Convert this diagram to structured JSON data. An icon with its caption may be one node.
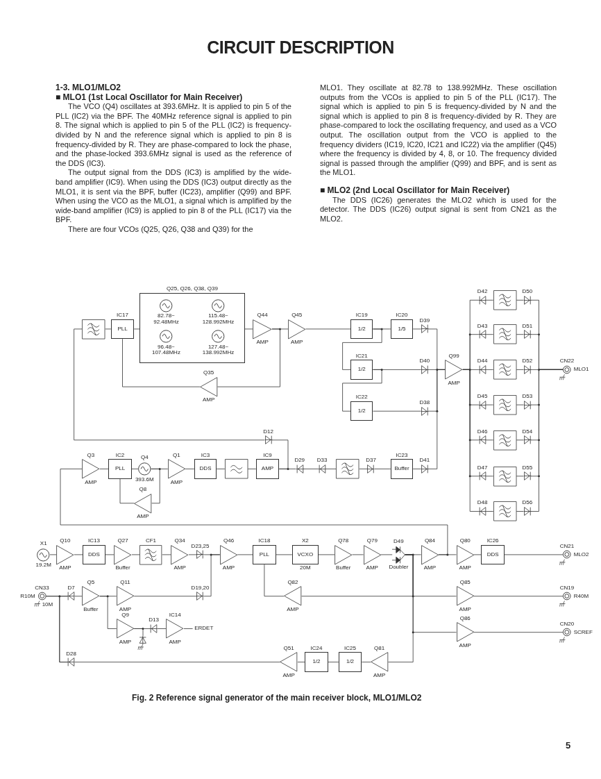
{
  "diagram": {
    "title": "CIRCUIT DESCRIPTION",
    "caption": "Fig. 2 Reference signal generator of the main receiver block, MLO1/MLO2",
    "nodes": [
      {
        "text": [],
        "shape": "box"
      },
      {
        "text": [
          "IC17",
          "PLL"
        ]
      },
      {
        "text": [
          "Q25, Q26, Q38, Q39"
        ]
      },
      {
        "text": [],
        "shape": "circle",
        "in": 2,
        "beside": [
          "82.78~ 92.48MHz"
        ]
      },
      {
        "text": [],
        "shape": "circle",
        "in": 2,
        "beside": [
          "115.48~ 128.992MHz"
        ]
      },
      {
        "text": [],
        "shape": "circle",
        "in": 2,
        "beside": [
          "96.48~ 107.48MHz"
        ]
      },
      {
        "text": [],
        "shape": "circle",
        "in": 2,
        "beside": [
          "127.48~ 138.992MHz"
        ]
      },
      {
        "text": [],
        "shape": "triangle",
        "beside": [
          "Q44",
          "AMP"
        ]
      },
      {
        "text": [],
        "shape": "triangle",
        "beside": [
          "Q45",
          "AMP"
        ]
      },
      {
        "text": [],
        "shape": "triangle",
        "beside": [
          "Q35",
          "AMP"
        ]
      },
      {
        "text": [
          "IC19",
          "1/2"
        ]
      },
      {
        "text": [
          "IC20",
          "1/5"
        ]
      },
      {
        "text": [
          "IC21",
          "1/2"
        ]
      },
      {
        "text": [
          "IC22",
          "1/2"
        ]
      },
      {
        "text": [],
        "shape": "diode",
        "beside": [
          "D39"
        ]
      },
      {
        "text": [],
        "shape": "diode",
        "beside": [
          "D40"
        ]
      },
      {
        "text": [],
        "shape": "diode",
        "beside": [
          "D38"
        ]
      },
      {
        "text": [],
        "shape": "triangle",
        "beside": [
          "Q99",
          "AMP"
        ]
      },
      {
        "text": [],
        "shape": "diode",
        "beside": [
          "D42"
        ]
      },
      {
        "text": [],
        "shape": "box"
      },
      {
        "text": [],
        "shape": "diode",
        "beside": [
          "D50"
        ]
      },
      {
        "text": [],
        "shape": "diode",
        "beside": [
          "D43"
        ]
      },
      {
        "text": [],
        "shape": "box"
      },
      {
        "text": [],
        "shape": "diode",
        "beside": [
          "D51"
        ]
      },
      {
        "text": [],
        "shape": "diode",
        "beside": [
          "D44"
        ]
      },
      {
        "text": [],
        "shape": "box"
      },
      {
        "text": [],
        "shape": "diode",
        "beside": [
          "D52"
        ]
      },
      {
        "text": [],
        "shape": "diode",
        "beside": [
          "D45"
        ]
      },
      {
        "text": [],
        "shape": "box"
      },
      {
        "text": [],
        "shape": "diode",
        "beside": [
          "D53"
        ]
      },
      {
        "text": [],
        "shape": "diode",
        "beside": [
          "D46"
        ]
      },
      {
        "text": [],
        "shape": "box"
      },
      {
        "text": [],
        "shape": "diode",
        "beside": [
          "D54"
        ]
      },
      {
        "text": [],
        "shape": "diode",
        "beside": [
          "D47"
        ]
      },
      {
        "text": [],
        "shape": "box"
      },
      {
        "text": [],
        "shape": "diode",
        "beside": [
          "D55"
        ]
      },
      {
        "text": [],
        "shape": "diode",
        "beside": [
          "D48"
        ]
      },
      {
        "text": [],
        "shape": "box"
      },
      {
        "text": [],
        "shape": "diode",
        "beside": [
          "D56"
        ]
      },
      {
        "text": [],
        "shape": "circle",
        "beside": [
          "CN22",
          "MLO1"
        ]
      },
      {
        "text": [],
        "shape": "diode",
        "beside": [
          "D12"
        ]
      },
      {
        "text": [],
        "shape": "triangle",
        "beside": [
          "Q3",
          "AMP"
        ]
      },
      {
        "text": [
          "IC2",
          "PLL"
        ]
      },
      {
        "text": [],
        "shape": "circle",
        "beside": [
          "Q4",
          "393.6M"
        ]
      },
      {
        "text": [],
        "shape": "triangle",
        "beside": [
          "Q8",
          "AMP"
        ]
      },
      {
        "text": [],
        "shape": "triangle",
        "beside": [
          "Q1",
          "AMP"
        ]
      },
      {
        "text": [
          "IC3",
          "DDS"
        ]
      },
      {
        "text": [],
        "shape": "box"
      },
      {
        "text": [
          "IC9",
          "AMP"
        ]
      },
      {
        "text": [],
        "shape": "diode",
        "beside": [
          "D29"
        ]
      },
      {
        "text": [],
        "shape": "diode",
        "beside": [
          "D33"
        ]
      },
      {
        "text": [],
        "shape": "box"
      },
      {
        "text": [],
        "shape": "diode",
        "beside": [
          "D37"
        ]
      },
      {
        "text": [
          "IC23",
          "Buffer"
        ]
      },
      {
        "text": [],
        "shape": "diode",
        "beside": [
          "D41"
        ]
      },
      {
        "text": [],
        "shape": "circle",
        "beside": [
          "X1",
          "19.2M"
        ]
      },
      {
        "text": [],
        "shape": "triangle",
        "beside": [
          "Q10",
          "AMP"
        ]
      },
      {
        "text": [
          "IC13",
          "DDS"
        ]
      },
      {
        "text": [],
        "shape": "triangle",
        "beside": [
          "Q27",
          "Buffer"
        ]
      },
      {
        "text": [],
        "shape": "box",
        "beside": [
          "CF1"
        ]
      },
      {
        "text": [],
        "shape": "triangle",
        "beside": [
          "Q34",
          "AMP"
        ]
      },
      {
        "text": [],
        "shape": "diode",
        "beside": [
          "D23,25"
        ]
      },
      {
        "text": [],
        "shape": "triangle",
        "beside": [
          "Q46",
          "AMP"
        ]
      },
      {
        "text": [
          "IC18",
          "PLL"
        ]
      },
      {
        "text": [
          "X2",
          "VCXO"
        ],
        "beside": [
          "20M"
        ]
      },
      {
        "text": [],
        "shape": "triangle",
        "beside": [
          "Q78",
          "Buffer"
        ]
      },
      {
        "text": [],
        "shape": "triangle",
        "beside": [
          "Q79",
          "AMP"
        ]
      },
      {
        "text": [],
        "shape": "diode",
        "beside": [
          "D49",
          "Doubler"
        ]
      },
      {
        "text": [],
        "shape": "triangle",
        "beside": [
          "Q84",
          "AMP"
        ]
      },
      {
        "text": [],
        "shape": "triangle",
        "beside": [
          "Q80",
          "AMP"
        ]
      },
      {
        "text": [
          "IC26",
          "DDS"
        ]
      },
      {
        "text": [],
        "shape": "circle",
        "beside": [
          "CN21",
          "MLO2"
        ]
      },
      {
        "text": [],
        "shape": "circle",
        "beside": [
          "CN33",
          "R10M",
          "10M"
        ]
      },
      {
        "text": [],
        "shape": "diode",
        "beside": [
          "D7"
        ]
      },
      {
        "text": [],
        "shape": "triangle",
        "beside": [
          "Q5",
          "Buffer"
        ]
      },
      {
        "text": [],
        "shape": "triangle",
        "beside": [
          "Q11",
          "AMP"
        ]
      },
      {
        "text": [],
        "shape": "diode",
        "beside": [
          "D19,20"
        ]
      },
      {
        "text": [],
        "shape": "triangle",
        "beside": [
          "Q9",
          "AMP"
        ]
      },
      {
        "text": [],
        "shape": "diode"
      },
      {
        "text": [],
        "shape": "diode",
        "beside": [
          "D13"
        ]
      },
      {
        "text": [],
        "shape": "triangle",
        "beside": [
          "IC14",
          "AMP"
        ]
      },
      {
        "text": [
          "ERDET"
        ]
      },
      {
        "text": [],
        "shape": "triangle",
        "beside": [
          "Q82",
          "AMP"
        ]
      },
      {
        "text": [],
        "shape": "triangle",
        "beside": [
          "Q85",
          "AMP"
        ]
      },
      {
        "text": [],
        "shape": "circle",
        "beside": [
          "CN19",
          "R40M"
        ]
      },
      {
        "text": [],
        "shape": "triangle",
        "beside": [
          "Q86",
          "AMP"
        ]
      },
      {
        "text": [],
        "shape": "circle",
        "beside": [
          "CN20",
          "SCREF"
        ]
      },
      {
        "text": [],
        "shape": "diode",
        "beside": [
          "D28"
        ]
      },
      {
        "text": [],
        "shape": "triangle",
        "beside": [
          "Q51",
          "AMP"
        ]
      },
      {
        "text": [
          "IC24",
          "1/2"
        ]
      },
      {
        "text": [
          "IC25",
          "1/2"
        ]
      },
      {
        "text": [],
        "shape": "triangle",
        "beside": [
          "Q81",
          "AMP"
        ]
      }
    ],
    "edges": [
      {
        "from": 0,
        "to": 1,
        "arrow": "none"
      },
      {
        "from": 1,
        "to": 2,
        "arrow": "none"
      },
      {
        "from": 2,
        "to": 7,
        "arrow": "none"
      },
      {
        "from": 7,
        "to": 8,
        "arrow": "none"
      },
      {
        "from": 7,
        "to": 9,
        "arrow": "none"
      },
      {
        "from": 9,
        "to": 1,
        "arrow": "none"
      },
      {
        "from": 8,
        "to": 10,
        "arrow": "none"
      },
      {
        "from": 10,
        "to": 11,
        "arrow": "none"
      },
      {
        "from": 10,
        "to": 12,
        "arrow": "none"
      },
      {
        "from": 12,
        "to": 13,
        "arrow": "none"
      },
      {
        "from": 11,
        "to": 14,
        "arrow": "none"
      },
      {
        "from": 12,
        "to": 15,
        "arrow": "none"
      },
      {
        "from": 13,
        "to": 16,
        "arrow": "none"
      },
      {
        "from": 14,
        "to": 17,
        "arrow": "none"
      },
      {
        "from": 15,
        "to": 17,
        "arrow": "none"
      },
      {
        "from": 16,
        "to": 17,
        "arrow": "none"
      },
      {
        "from": 54,
        "to": 17,
        "arrow": "none"
      },
      {
        "from": 17,
        "to": 18,
        "arrow": "none"
      },
      {
        "from": 17,
        "to": 21,
        "arrow": "none"
      },
      {
        "from": 17,
        "to": 24,
        "arrow": "none"
      },
      {
        "from": 17,
        "to": 27,
        "arrow": "none"
      },
      {
        "from": 17,
        "to": 30,
        "arrow": "none"
      },
      {
        "from": 17,
        "to": 33,
        "arrow": "none"
      },
      {
        "from": 17,
        "to": 36,
        "arrow": "none"
      },
      {
        "from": 18,
        "to": 19,
        "arrow": "none"
      },
      {
        "from": 19,
        "to": 20,
        "arrow": "none"
      },
      {
        "from": 21,
        "to": 22,
        "arrow": "none"
      },
      {
        "from": 22,
        "to": 23,
        "arrow": "none"
      },
      {
        "from": 24,
        "to": 25,
        "arrow": "none"
      },
      {
        "from": 25,
        "to": 26,
        "arrow": "none"
      },
      {
        "from": 27,
        "to": 28,
        "arrow": "none"
      },
      {
        "from": 28,
        "to": 29,
        "arrow": "none"
      },
      {
        "from": 30,
        "to": 31,
        "arrow": "none"
      },
      {
        "from": 31,
        "to": 32,
        "arrow": "none"
      },
      {
        "from": 33,
        "to": 34,
        "arrow": "none"
      },
      {
        "from": 34,
        "to": 35,
        "arrow": "none"
      },
      {
        "from": 36,
        "to": 37,
        "arrow": "none"
      },
      {
        "from": 37,
        "to": 38,
        "arrow": "none"
      },
      {
        "from": 20,
        "to": 39,
        "arrow": "none"
      },
      {
        "from": 23,
        "to": 39,
        "arrow": "none"
      },
      {
        "from": 26,
        "to": 39,
        "arrow": "none"
      },
      {
        "from": 29,
        "to": 39,
        "arrow": "none"
      },
      {
        "from": 32,
        "to": 39,
        "arrow": "none"
      },
      {
        "from": 35,
        "to": 39,
        "arrow": "none"
      },
      {
        "from": 38,
        "to": 39,
        "arrow": "none"
      },
      {
        "from": 40,
        "to": 0,
        "arrow": "none"
      },
      {
        "from": 48,
        "to": 40,
        "arrow": "none"
      },
      {
        "from": 41,
        "to": 42,
        "arrow": "none"
      },
      {
        "from": 42,
        "to": 43,
        "arrow": "none"
      },
      {
        "from": 43,
        "to": 45,
        "arrow": "none"
      },
      {
        "from": 43,
        "to": 44,
        "arrow": "none"
      },
      {
        "from": 44,
        "to": 42,
        "arrow": "none"
      },
      {
        "from": 45,
        "to": 46,
        "arrow": "none"
      },
      {
        "from": 46,
        "to": 47,
        "arrow": "none"
      },
      {
        "from": 47,
        "to": 48,
        "arrow": "none"
      },
      {
        "from": 48,
        "to": 49,
        "arrow": "none"
      },
      {
        "from": 49,
        "to": 50,
        "arrow": "none"
      },
      {
        "from": 50,
        "to": 51,
        "arrow": "none"
      },
      {
        "from": 51,
        "to": 52,
        "arrow": "none"
      },
      {
        "from": 52,
        "to": 53,
        "arrow": "none"
      },
      {
        "from": 53,
        "to": 54,
        "arrow": "none"
      },
      {
        "from": 68,
        "to": 41,
        "arrow": "none"
      },
      {
        "from": 55,
        "to": 56,
        "arrow": "none"
      },
      {
        "from": 56,
        "to": 57,
        "arrow": "none"
      },
      {
        "from": 57,
        "to": 58,
        "arrow": "none"
      },
      {
        "from": 58,
        "to": 59,
        "arrow": "none"
      },
      {
        "from": 59,
        "to": 60,
        "arrow": "none"
      },
      {
        "from": 60,
        "to": 61,
        "arrow": "none"
      },
      {
        "from": 61,
        "to": 62,
        "arrow": "none"
      },
      {
        "from": 76,
        "to": 62,
        "arrow": "none"
      },
      {
        "from": 62,
        "to": 63,
        "arrow": "none"
      },
      {
        "from": 63,
        "to": 64,
        "arrow": "none"
      },
      {
        "from": 64,
        "to": 65,
        "arrow": "none"
      },
      {
        "from": 65,
        "to": 66,
        "arrow": "none"
      },
      {
        "from": 66,
        "to": 67,
        "arrow": "none"
      },
      {
        "from": 67,
        "to": 68,
        "arrow": "none"
      },
      {
        "from": 68,
        "to": 69,
        "arrow": "none"
      },
      {
        "from": 69,
        "to": 70,
        "arrow": "none"
      },
      {
        "from": 70,
        "to": 71,
        "arrow": "none"
      },
      {
        "from": 67,
        "to": 82,
        "arrow": "none"
      },
      {
        "from": 67,
        "to": 83,
        "arrow": "none"
      },
      {
        "from": 67,
        "to": 85,
        "arrow": "none"
      },
      {
        "from": 67,
        "to": 91,
        "arrow": "none"
      },
      {
        "from": 82,
        "to": 63,
        "arrow": "none"
      },
      {
        "from": 83,
        "to": 84,
        "arrow": "none"
      },
      {
        "from": 85,
        "to": 86,
        "arrow": "none"
      },
      {
        "from": 91,
        "to": 90,
        "arrow": "none"
      },
      {
        "from": 90,
        "to": 89,
        "arrow": "none"
      },
      {
        "from": 89,
        "to": 88,
        "arrow": "none"
      },
      {
        "from": 88,
        "to": 87,
        "arrow": "none"
      },
      {
        "from": 72,
        "to": 73,
        "arrow": "none"
      },
      {
        "from": 87,
        "to": 73,
        "arrow": "none"
      },
      {
        "from": 87,
        "to": 72,
        "arrow": "none"
      },
      {
        "from": 73,
        "to": 74,
        "arrow": "none"
      },
      {
        "from": 74,
        "to": 75,
        "arrow": "none"
      },
      {
        "from": 74,
        "to": 77,
        "arrow": "none"
      },
      {
        "from": 75,
        "to": 76,
        "arrow": "none"
      },
      {
        "from": 77,
        "to": 79,
        "arrow": "none"
      },
      {
        "from": 77,
        "to": 78,
        "arrow": "none"
      },
      {
        "from": 79,
        "to": 80,
        "arrow": "none"
      },
      {
        "from": 80,
        "to": 81,
        "arrow": "none"
      }
    ],
    "labels": [
      "1-3. MLO1/MLO2",
      "■ MLO1 (1st Local Oscillator for Main Receiver)",
      "The VCO (Q4) oscillates at 393.6MHz. It is applied to pin 5 of the PLL (IC2) via the BPF. The 40MHz reference signal is applied to pin 8. The signal which is applied to pin 5 of the PLL (IC2) is frequency-divided by N and the reference signal which is applied to pin 8 is frequency-divided by R. They are phase-compared to lock the phase, and the phase-locked 393.6MHz signal is used as the reference of the DDS (IC3).",
      "The output signal from the DDS (IC3) is amplified by the wide-band amplifier (IC9). When using the DDS (IC3) output directly as the MLO1, it is sent via the BPF, buffer (IC23), amplifier (Q99) and BPF. When using the VCO as the MLO1, a signal which is amplified by the wide-band amplifier (IC9) is applied to pin 8 of the PLL (IC17) via the BPF.",
      "There are four VCOs (Q25, Q26, Q38 and Q39) for the",
      "MLO1. They oscillate at 82.78 to 138.992MHz. These oscillation outputs from the VCOs is applied to pin 5 of the PLL (IC17). The signal which is applied to pin 5 is frequency-divided by N and the signal which is applied to pin 8 is frequency-divided by R. They are phase-compared to lock the oscillating frequency, and used as a VCO output. The oscillation output from the VCO is applied to the frequency dividers (IC19, IC20, IC21 and IC22) via the amplifier (Q45) where the frequency is divided by 4, 8, or 10. The frequency divided signal is passed through the amplifier (Q99) and BPF, and is sent as the MLO1.",
      "■ MLO2 (2nd Local Oscillator for Main Receiver)",
      "The DDS (IC26) generates the MLO2 which is used for the detector. The DDS (IC26) output signal is sent from CN21 as the MLO2.",
      "5"
    ]
  }
}
